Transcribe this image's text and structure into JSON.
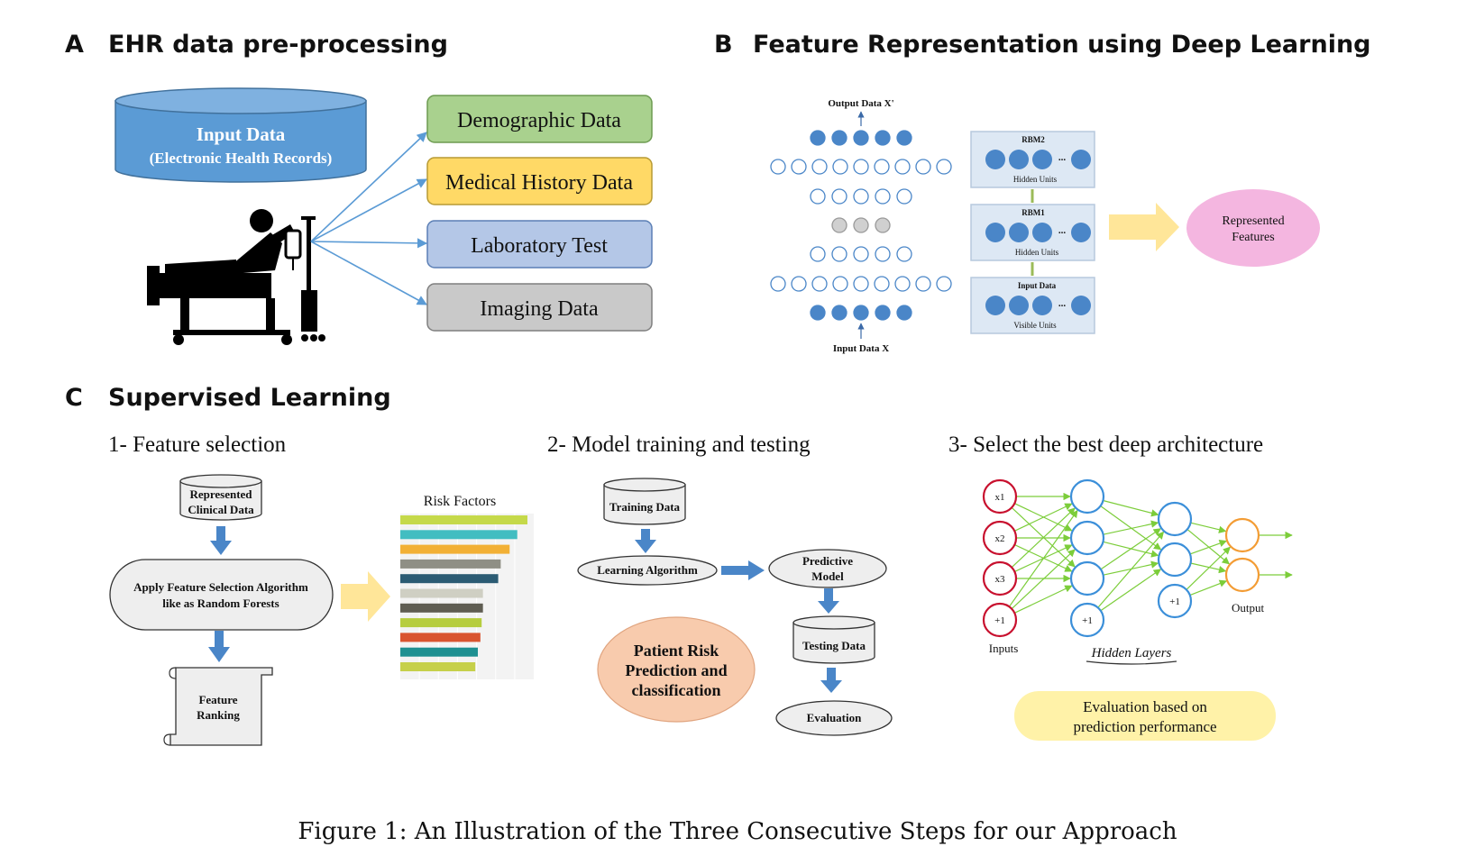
{
  "sections": {
    "a": {
      "letter": "A",
      "title": "EHR data pre-processing"
    },
    "b": {
      "letter": "B",
      "title": "Feature Representation using Deep Learning"
    },
    "c": {
      "letter": "C",
      "title": "Supervised Learning"
    }
  },
  "panel_a": {
    "db_title": "Input Data",
    "db_subtitle": "(Electronic Health Records)",
    "categories": [
      "Demographic Data",
      "Medical History Data",
      "Laboratory Test",
      "Imaging Data"
    ],
    "colors": {
      "db": "#5b9bd5",
      "demographic": "#a9d18e",
      "history": "#ffd966",
      "lab": "#b4c7e7",
      "imaging": "#c9c9c9",
      "arrow": "#5b9bd5"
    }
  },
  "panel_b": {
    "output_label": "Output Data X'",
    "input_label": "Input Data X",
    "rbm": [
      {
        "title": "RBM2",
        "units": "Hidden Units"
      },
      {
        "title": "RBM1",
        "units": "Hidden Units"
      },
      {
        "title": "Input Data",
        "units": "Visible Units"
      }
    ],
    "ellipsis": "...",
    "represented": "Represented Features",
    "colors": {
      "unit": "#4a86c8",
      "rbm_fill": "#dde8f4",
      "arrow": "#ffe699",
      "represented": "#f4b6e0"
    }
  },
  "panel_c": {
    "step1": {
      "title": "1- Feature selection",
      "represented_data": "Represented Clinical Data",
      "algorithm_line1": "Apply Feature Selection Algorithm",
      "algorithm_line2": "like as Random Forests",
      "ranking": "Feature Ranking"
    },
    "step2": {
      "title": "2- Model training and testing",
      "training": "Training Data",
      "learning": "Learning Algorithm",
      "predictive": "Predictive Model",
      "testing": "Testing Data",
      "evaluation": "Evaluation",
      "patient_risk": "Patient Risk Prediction and classification"
    },
    "step3": {
      "title": "3- Select the best deep architecture",
      "inputs_label": "Inputs",
      "hidden_label": "Hidden Layers",
      "output_label": "Output",
      "input_nodes": [
        "x1",
        "x2",
        "x3",
        "+1"
      ],
      "bias": "+1",
      "evaluation": "Evaluation based on prediction performance"
    }
  },
  "chart_data": {
    "type": "bar",
    "title": "Risk Factors",
    "orientation": "horizontal",
    "values": [
      100,
      92,
      86,
      79,
      77,
      65,
      65,
      64,
      63,
      61,
      59
    ],
    "colors": [
      "#c5d94a",
      "#42bdc1",
      "#f2b035",
      "#8f8f85",
      "#2b5b73",
      "#cfcfc3",
      "#5f5d52",
      "#b6cd3e",
      "#d9542f",
      "#1e9091",
      "#c6d04a"
    ]
  },
  "caption": "Figure 1: An Illustration of the Three Consecutive Steps for our Approach"
}
